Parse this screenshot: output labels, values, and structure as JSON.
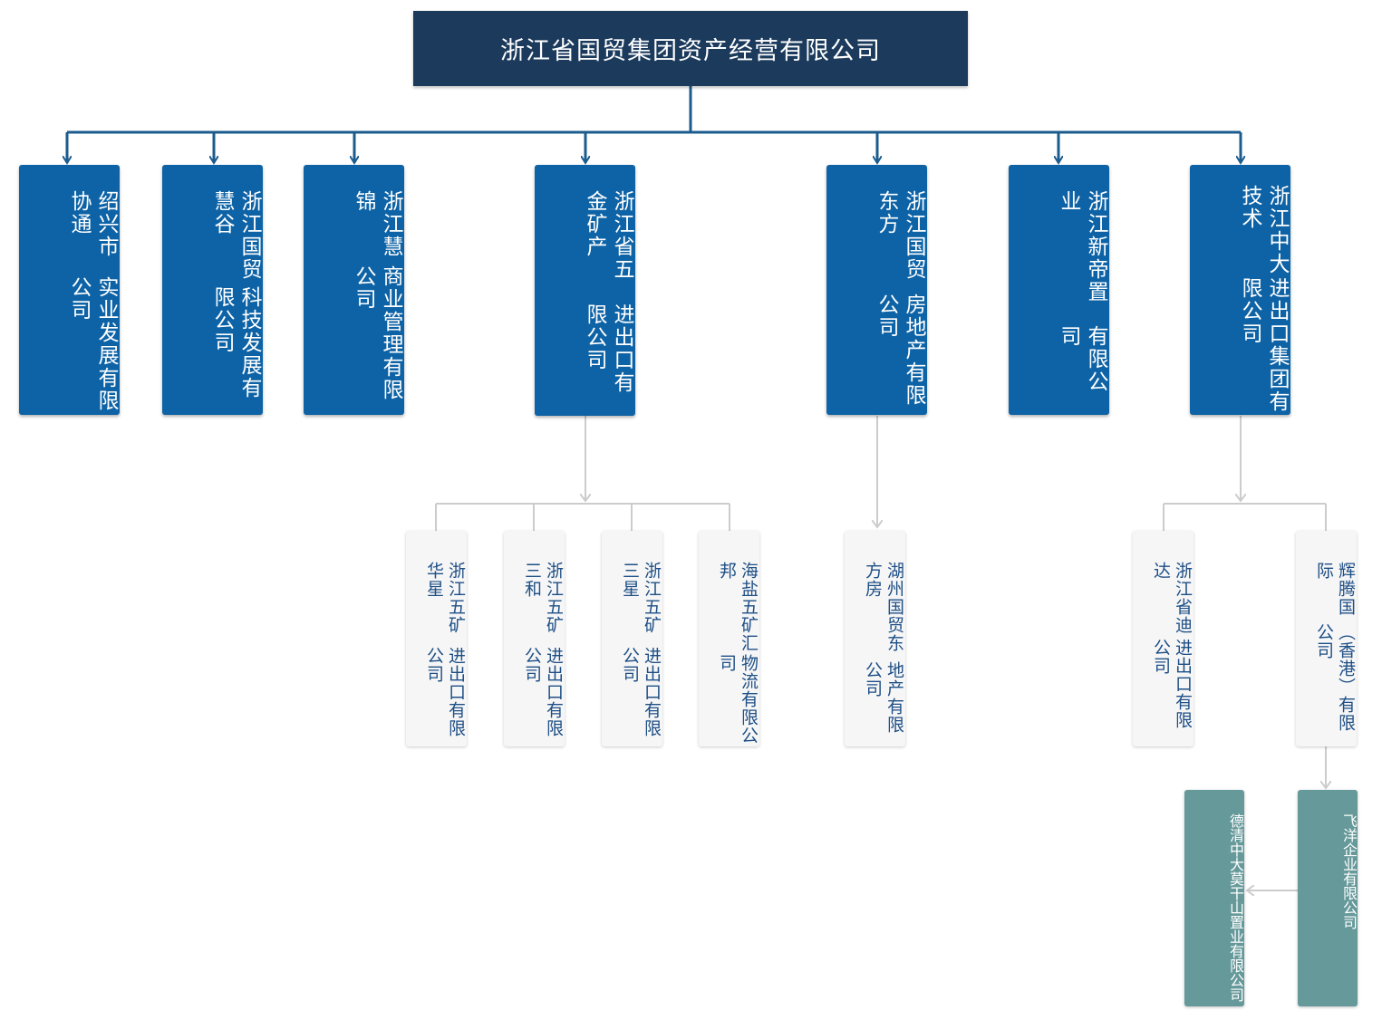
{
  "root": {
    "label": "浙江省国贸集团资产经营有限公司"
  },
  "subsidiaries": [
    {
      "line1": "绍兴市协通",
      "line2": "实业发展有限公司"
    },
    {
      "line1": "浙江国贸慧谷",
      "line2": "科技发展有限公司"
    },
    {
      "line1": "浙江慧锦",
      "line2": "商业管理有限公司"
    },
    {
      "line1": "浙江省五金矿产",
      "line2": "进出口有限公司"
    },
    {
      "line1": "浙江国贸东方",
      "line2": "房地产有限公司"
    },
    {
      "line1": "浙江新帝置业",
      "line2": "有限公司"
    },
    {
      "line1": "浙江中大技术",
      "line2": "进出口集团有限公司"
    }
  ],
  "level2": [
    {
      "line1": "浙江五矿华星",
      "line2": "进出口有限公司"
    },
    {
      "line1": "浙江五矿三和",
      "line2": "进出口有限公司"
    },
    {
      "line1": "浙江五矿三星",
      "line2": "进出口有限公司"
    },
    {
      "line1": "海盐五矿汇邦",
      "line2": "物流有限公司"
    },
    {
      "line1": "湖州国贸东方房",
      "line2": "地产有限公司"
    },
    {
      "line1": "浙江省迪达",
      "line2": "进出口有限公司"
    },
    {
      "line1": "辉腾国际",
      "line2": "（香港）有限公司"
    }
  ],
  "level3": [
    {
      "line1": "德清中大",
      "line2": "莫干山置业有限公司"
    },
    {
      "line1": "飞洋企业有限公司",
      "line2": ""
    }
  ],
  "colors": {
    "root": "#1b3a5c",
    "level1": "#0e63a6",
    "level2_bg": "#f6f6f6",
    "level2_text": "#1e4f86",
    "level3": "#66999a",
    "primary_connector": "#1b5c8e",
    "secondary_connector": "#cccccc"
  }
}
